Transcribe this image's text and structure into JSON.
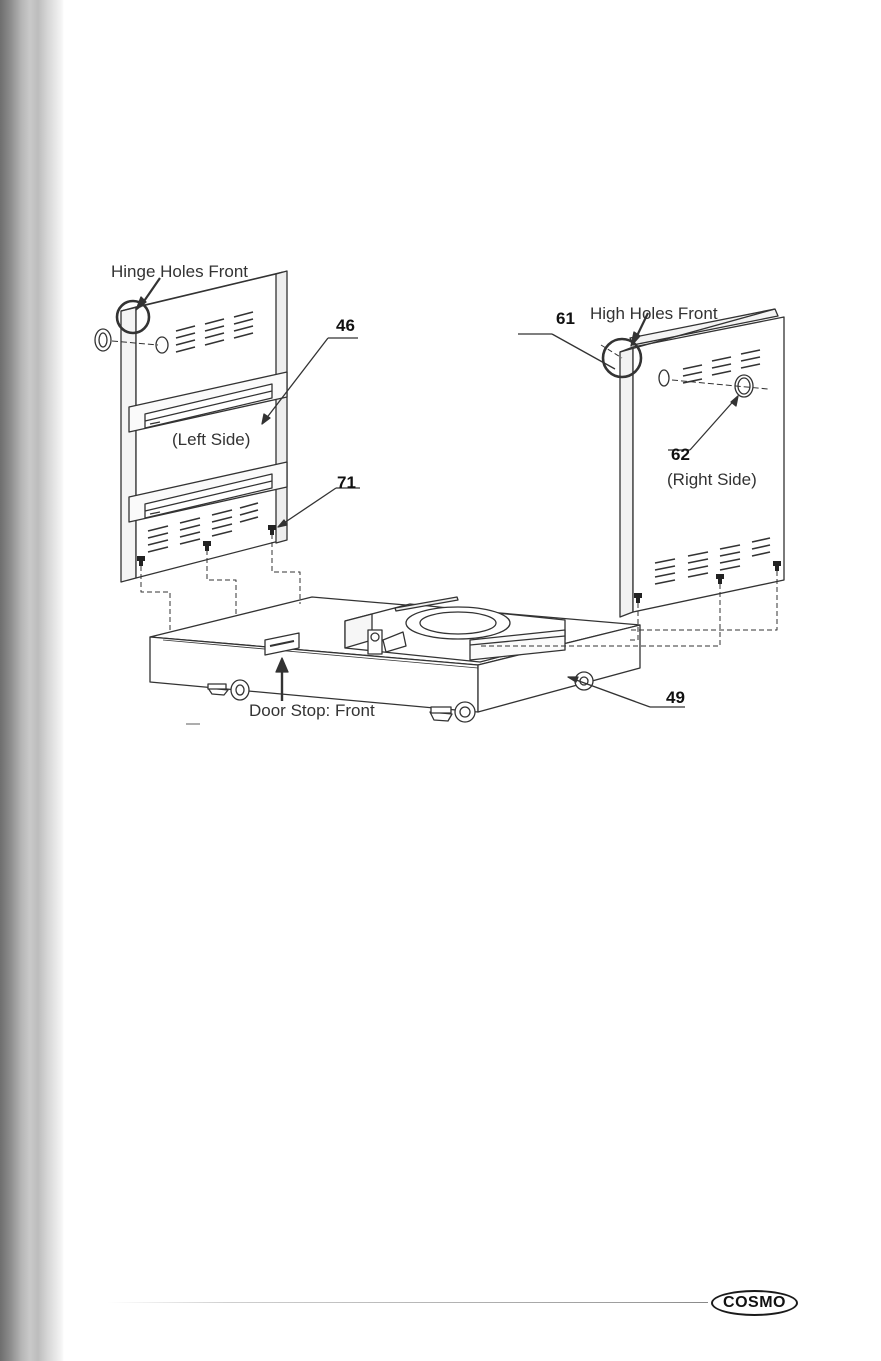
{
  "labels": {
    "hinge_holes_front": "Hinge Holes Front",
    "high_holes_front": "High Holes Front",
    "left_side": "(Left Side)",
    "right_side": "(Right Side)",
    "door_stop_front": "Door Stop: Front"
  },
  "part_numbers": {
    "p46": "46",
    "p61": "61",
    "p62": "62",
    "p71": "71",
    "p49": "49"
  },
  "logo": {
    "text": "COSMO"
  },
  "colors": {
    "line": "#333333",
    "strip": "#9a9a9a"
  }
}
